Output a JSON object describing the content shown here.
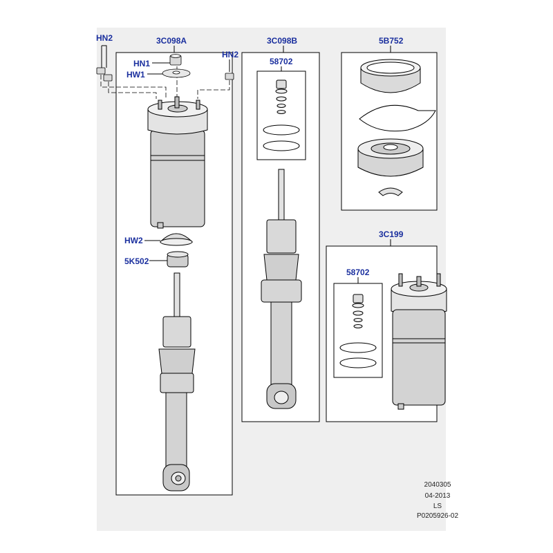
{
  "labels": {
    "hn2_left": "HN2",
    "hn2_right": "HN2",
    "hn1": "HN1",
    "hw1": "HW1",
    "hw2": "HW2",
    "k5_502": "5K502",
    "c3_098a": "3C098A",
    "c3_098b": "3C098B",
    "kit_58702_top": "58702",
    "kit_58702_bottom": "58702",
    "b5_752": "5B752",
    "c3_199": "3C199"
  },
  "footer": {
    "line1": "2040305",
    "line2": "04-2013",
    "line3": "LS",
    "line4": "P0205926-02"
  },
  "colors": {
    "label_blue": "#1a2f9e",
    "panel_bg": "#efefef",
    "line": "#000000",
    "part_shade": "#cfcfcf"
  }
}
